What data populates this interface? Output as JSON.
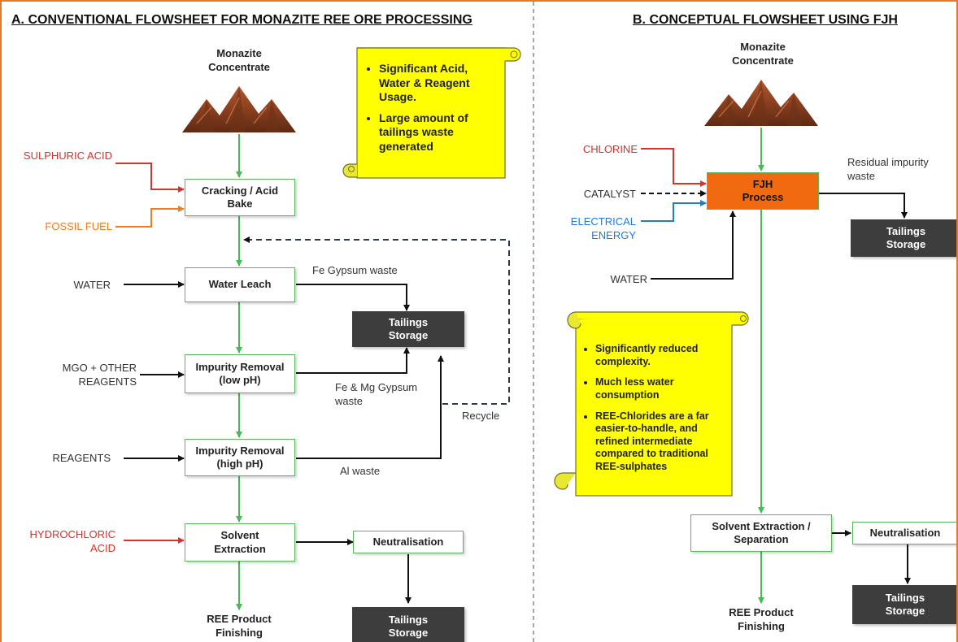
{
  "panel_a": {
    "title": "A.  CONVENTIONAL FLOWSHEET FOR MONAZITE REE ORE PROCESSING",
    "source_label": "Monazite Concentrate",
    "inputs": {
      "sulphuric_acid": "SULPHURIC ACID",
      "fossil_fuel": "FOSSIL FUEL",
      "water": "WATER",
      "mgo_reagents": "MGO + OTHER REAGENTS",
      "reagents": "REAGENTS",
      "hydrochloric_acid": "HYDROCHLORIC ACID"
    },
    "boxes": {
      "cracking": "Cracking / Acid Bake",
      "water_leach": "Water Leach",
      "impurity_low": "Impurity Removal (low pH)",
      "impurity_high": "Impurity Removal (high pH)",
      "solvent": "Solvent Extraction",
      "neutralisation": "Neutralisation",
      "tailings_1": "Tailings Storage",
      "tailings_2": "Tailings Storage"
    },
    "waste_labels": {
      "fe_gypsum": "Fe Gypsum waste",
      "fe_mg_gypsum": "Fe  & Mg Gypsum waste",
      "al_waste": "Al waste",
      "recycle": "Recycle"
    },
    "product": "REE Product Finishing",
    "note": [
      "Significant Acid, Water & Reagent Usage.",
      "Large amount of tailings waste generated"
    ]
  },
  "panel_b": {
    "title": "B. CONCEPTUAL FLOWSHEET USING FJH",
    "source_label": "Monazite Concentrate",
    "inputs": {
      "chlorine": "CHLORINE",
      "catalyst": "CATALYST",
      "electrical_energy": "ELECTRICAL ENERGY",
      "water": "WATER"
    },
    "boxes": {
      "fjh": "FJH Process",
      "tailings_1": "Tailings Storage",
      "solvent": "Solvent Extraction / Separation",
      "neutralisation": "Neutralisation",
      "tailings_2": "Tailings Storage"
    },
    "residual_label": "Residual impurity waste",
    "product": "REE Product Finishing",
    "note": [
      "Significantly reduced complexity.",
      "Much less water consumption",
      "REE-Chlorides are a far easier-to-handle, and refined intermediate compared to traditional REE-sulphates"
    ]
  },
  "colors": {
    "flow_green": "#44bb55",
    "input_black": "#111111",
    "acid_red": "#d8322c",
    "fuel_orange": "#f07b22",
    "energy_blue": "#1d7be0",
    "fjh_orange": "#f26a10",
    "note_yellow": "#ffff00",
    "tailings_dark": "#3d3d3d",
    "border_orange": "#e07a2c"
  },
  "icons": {
    "mountain": "mountain-pile-icon",
    "scroll": "scroll-note-icon"
  }
}
